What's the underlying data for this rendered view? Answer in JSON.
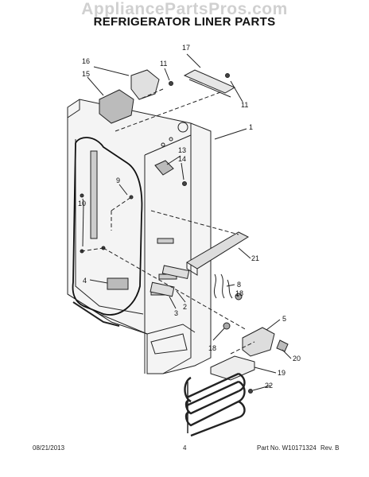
{
  "watermark": "AppliancePartsPros.com",
  "title": "REFRIGERATOR LINER PARTS",
  "callouts": [
    "17",
    "16",
    "11",
    "15",
    "11",
    "1",
    "13",
    "14",
    "9",
    "10",
    "21",
    "8",
    "18",
    "4",
    "2",
    "3",
    "5",
    "18",
    "20",
    "19",
    "22"
  ],
  "footer": {
    "date": "08/21/2013",
    "page": "4",
    "part_no": "Part No. W10171324",
    "rev": "Rev. B"
  }
}
